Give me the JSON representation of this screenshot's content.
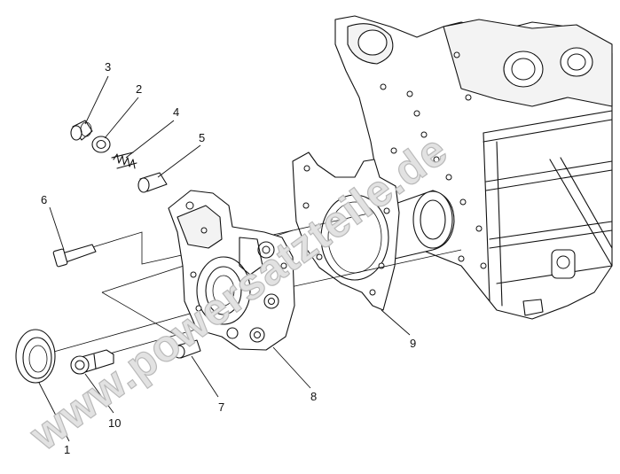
{
  "diagram": {
    "callouts": [
      {
        "id": "c1",
        "label": "1"
      },
      {
        "id": "c2",
        "label": "2"
      },
      {
        "id": "c3",
        "label": "3"
      },
      {
        "id": "c4",
        "label": "4"
      },
      {
        "id": "c5",
        "label": "5"
      },
      {
        "id": "c6",
        "label": "6"
      },
      {
        "id": "c7",
        "label": "7"
      },
      {
        "id": "c8",
        "label": "8"
      },
      {
        "id": "c9",
        "label": "9"
      },
      {
        "id": "c10",
        "label": "10"
      }
    ],
    "watermark": "www.powersatzteile.de"
  }
}
